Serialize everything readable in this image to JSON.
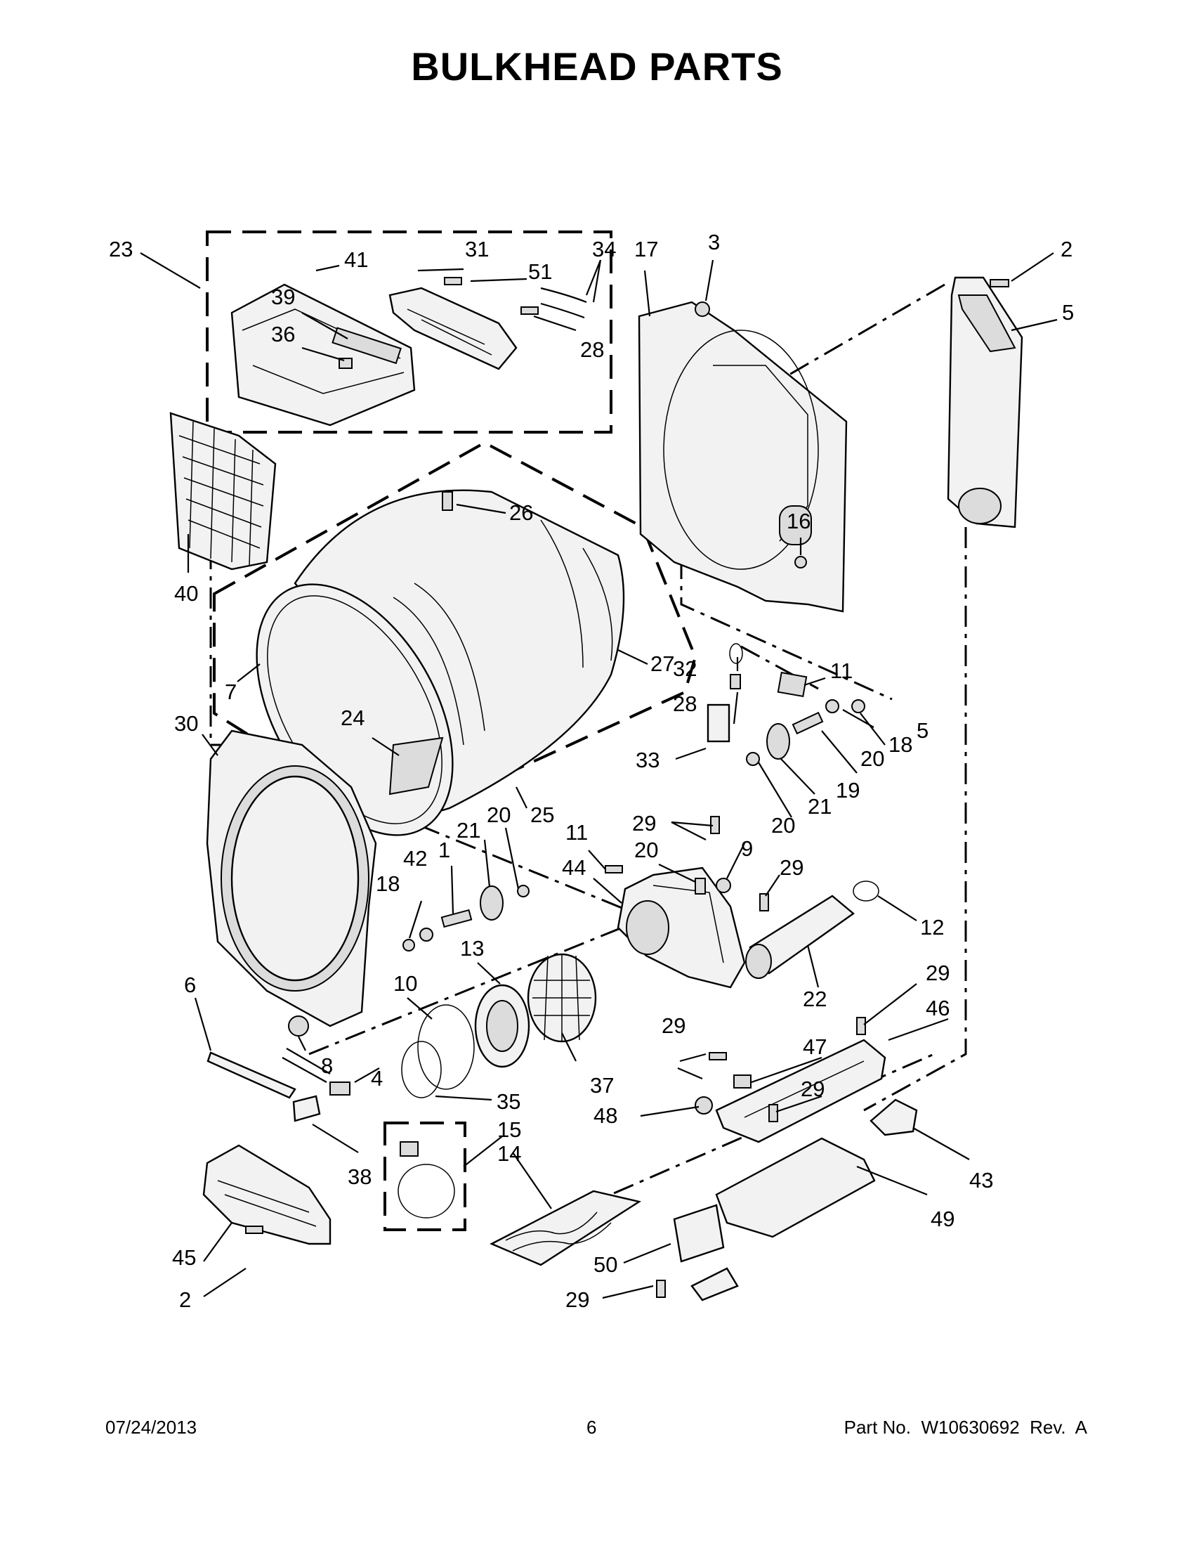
{
  "title": "BULKHEAD PARTS",
  "footer": {
    "date": "07/24/2013",
    "page": "6",
    "part_number": "Part No.  W10630692  Rev.  A"
  },
  "callouts": [
    {
      "id": "c23",
      "text": "23"
    },
    {
      "id": "c41",
      "text": "41"
    },
    {
      "id": "c31",
      "text": "31"
    },
    {
      "id": "c51",
      "text": "51"
    },
    {
      "id": "c34",
      "text": "34"
    },
    {
      "id": "c17",
      "text": "17"
    },
    {
      "id": "c3",
      "text": "3"
    },
    {
      "id": "c2a",
      "text": "2"
    },
    {
      "id": "c5a",
      "text": "5"
    },
    {
      "id": "c39",
      "text": "39"
    },
    {
      "id": "c36",
      "text": "36"
    },
    {
      "id": "c28a",
      "text": "28"
    },
    {
      "id": "c26",
      "text": "26"
    },
    {
      "id": "c16",
      "text": "16"
    },
    {
      "id": "c40",
      "text": "40"
    },
    {
      "id": "c27",
      "text": "27"
    },
    {
      "id": "c7",
      "text": "7"
    },
    {
      "id": "c30",
      "text": "30"
    },
    {
      "id": "c24",
      "text": "24"
    },
    {
      "id": "c32",
      "text": "32"
    },
    {
      "id": "c11a",
      "text": "11"
    },
    {
      "id": "c28b",
      "text": "28"
    },
    {
      "id": "c5b",
      "text": "5"
    },
    {
      "id": "c18a",
      "text": "18"
    },
    {
      "id": "c33",
      "text": "33"
    },
    {
      "id": "c20a",
      "text": "20"
    },
    {
      "id": "c19",
      "text": "19"
    },
    {
      "id": "c25",
      "text": "25"
    },
    {
      "id": "c21a",
      "text": "21"
    },
    {
      "id": "c20b",
      "text": "20"
    },
    {
      "id": "c20c",
      "text": "20"
    },
    {
      "id": "c11b",
      "text": "11"
    },
    {
      "id": "c29a",
      "text": "29"
    },
    {
      "id": "c21b",
      "text": "21"
    },
    {
      "id": "c1",
      "text": "1"
    },
    {
      "id": "c20d",
      "text": "20"
    },
    {
      "id": "c9",
      "text": "9"
    },
    {
      "id": "c42",
      "text": "42"
    },
    {
      "id": "c18b",
      "text": "18"
    },
    {
      "id": "c44",
      "text": "44"
    },
    {
      "id": "c29b",
      "text": "29"
    },
    {
      "id": "c12",
      "text": "12"
    },
    {
      "id": "c13",
      "text": "13"
    },
    {
      "id": "c10",
      "text": "10"
    },
    {
      "id": "c22",
      "text": "22"
    },
    {
      "id": "c6",
      "text": "6"
    },
    {
      "id": "c29c",
      "text": "29"
    },
    {
      "id": "c46",
      "text": "46"
    },
    {
      "id": "c29d",
      "text": "29"
    },
    {
      "id": "c47",
      "text": "47"
    },
    {
      "id": "c8",
      "text": "8"
    },
    {
      "id": "c4",
      "text": "4"
    },
    {
      "id": "c37",
      "text": "37"
    },
    {
      "id": "c29e",
      "text": "29"
    },
    {
      "id": "c35",
      "text": "35"
    },
    {
      "id": "c48",
      "text": "48"
    },
    {
      "id": "c15",
      "text": "15"
    },
    {
      "id": "c14",
      "text": "14"
    },
    {
      "id": "c38",
      "text": "38"
    },
    {
      "id": "c43",
      "text": "43"
    },
    {
      "id": "c49",
      "text": "49"
    },
    {
      "id": "c45",
      "text": "45"
    },
    {
      "id": "c50",
      "text": "50"
    },
    {
      "id": "c2b",
      "text": "2"
    },
    {
      "id": "c29f",
      "text": "29"
    }
  ]
}
